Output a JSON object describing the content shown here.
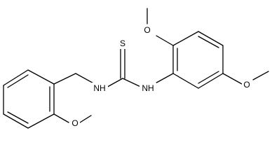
{
  "molecule": {
    "atoms": {
      "sulfur": "S",
      "nh_left": "NH",
      "nh_right": "NH",
      "o_methoxy_bottom": "O",
      "o_methoxy_top": "O",
      "o_methoxy_right": "O"
    }
  },
  "colors": {
    "bond": "#000000",
    "background": "#ffffff"
  }
}
